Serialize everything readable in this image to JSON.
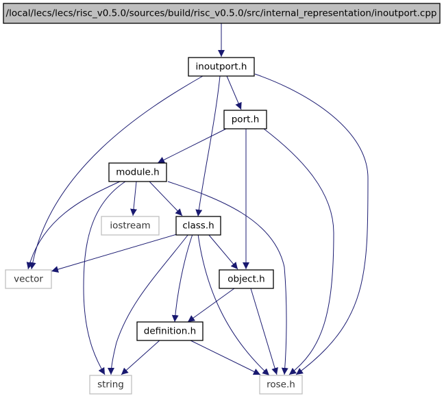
{
  "graph": {
    "nodes": {
      "root": "/local/lecs/lecs/risc_v0.5.0/sources/build/risc_v0.5.0/src/internal_representation/inoutport.cpp",
      "inoutport_h": "inoutport.h",
      "port_h": "port.h",
      "module_h": "module.h",
      "iostream": "iostream",
      "class_h": "class.h",
      "vector": "vector",
      "object_h": "object.h",
      "definition_h": "definition.h",
      "string": "string",
      "rose_h": "rose.h"
    },
    "colors": {
      "edge": "#191970",
      "root_fill": "#bfbfbf",
      "external_border": "#bfbfbf",
      "internal_border": "#000000"
    }
  }
}
